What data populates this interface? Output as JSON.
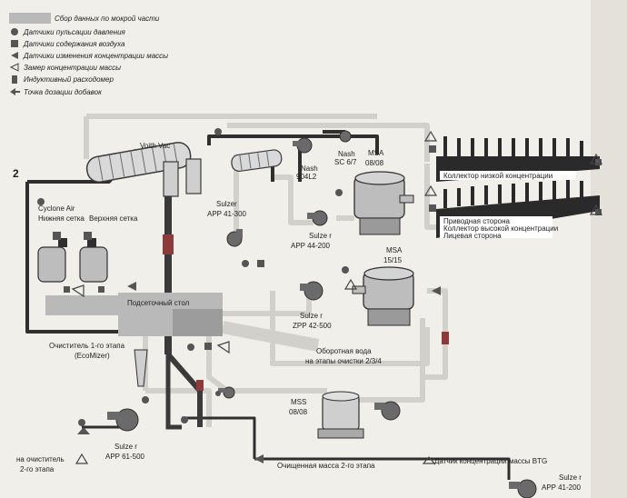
{
  "legend": {
    "wet_end": "Сбор данных по мокрой части",
    "pressure_pulse": "Датчики пульсации давления",
    "air_content": "Датчики содержания воздуха",
    "consistency_change": "Датчики изменения концентрации массы",
    "consistency_measure": "Замер концентрации массы",
    "flowmeter": "Индуктивный расходомер",
    "additive_dosing": "Точка дозации добавок"
  },
  "equipment": {
    "voith_vac": "Voith Vac",
    "nash_904": [
      "Nash",
      "904L2"
    ],
    "nash_sc": [
      "Nash",
      "SC 6/7"
    ],
    "msa_top": [
      "MSA",
      "08/08"
    ],
    "msa_mid": [
      "MSA",
      "15/15"
    ],
    "cyclone": "Cyclone Air",
    "lower_screen": "Нижняя сетка",
    "upper_screen": "Верхняя сетка",
    "sulzer_app41_300": [
      "Sulzer",
      "APP 41-300"
    ],
    "sulzer_app44_200": [
      "Sulze r",
      "APP 44-200"
    ],
    "sulzer_zpp42_500": [
      "Sulze r",
      "ZPP 42-500"
    ],
    "sulzer_app61_500": [
      "Sulze r",
      "APP 61-500"
    ],
    "sulzer_app41_200": [
      "Sulze r",
      "APP 41-200"
    ],
    "mss": [
      "MSS",
      "08/08"
    ],
    "cleaner_1": [
      "Очиститель 1-го этапа",
      "(EcoMizer)"
    ],
    "wire_table": "Подсеточный стол",
    "header_low": "Коллектор низкой концентрации",
    "header_drive": "Приводная сторона",
    "header_high": "Коллектор высокой концентрации",
    "header_front": "Лицевая сторона",
    "recirc_water": [
      "Оборотная вода",
      "на этапы очистки 2/3/4"
    ],
    "to_cleaner_2": [
      "на очиститель",
      "2-го этапа"
    ],
    "cleaned_mass": "Очищенная масса 2-го этапа",
    "btg_sensor": "Датчик концентрации массы BTG",
    "section_number": "2"
  },
  "colors": {
    "pipe_light": "#d2d0cb",
    "pipe_dark": "#2f2f2f",
    "pipe_red": "#8c3a3a",
    "wet_end_box": "#b9b9b9",
    "sensor": "#555555",
    "background": "#f1efea"
  }
}
